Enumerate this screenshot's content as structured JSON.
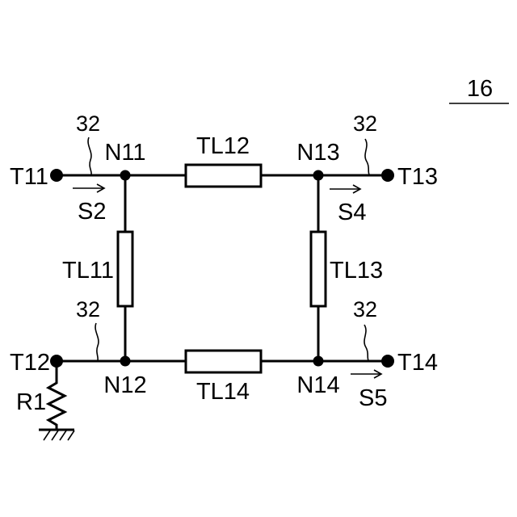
{
  "figure_number": "16",
  "terminals": {
    "t11": "T11",
    "t12": "T12",
    "t13": "T13",
    "t14": "T14"
  },
  "nodes": {
    "n11": "N11",
    "n12": "N12",
    "n13": "N13",
    "n14": "N14"
  },
  "lines": {
    "tl11": "TL11",
    "tl12": "TL12",
    "tl13": "TL13",
    "tl14": "TL14"
  },
  "signals": {
    "s2": "S2",
    "s4": "S4",
    "s5": "S5"
  },
  "resistor": "R1",
  "leader_label": "32"
}
